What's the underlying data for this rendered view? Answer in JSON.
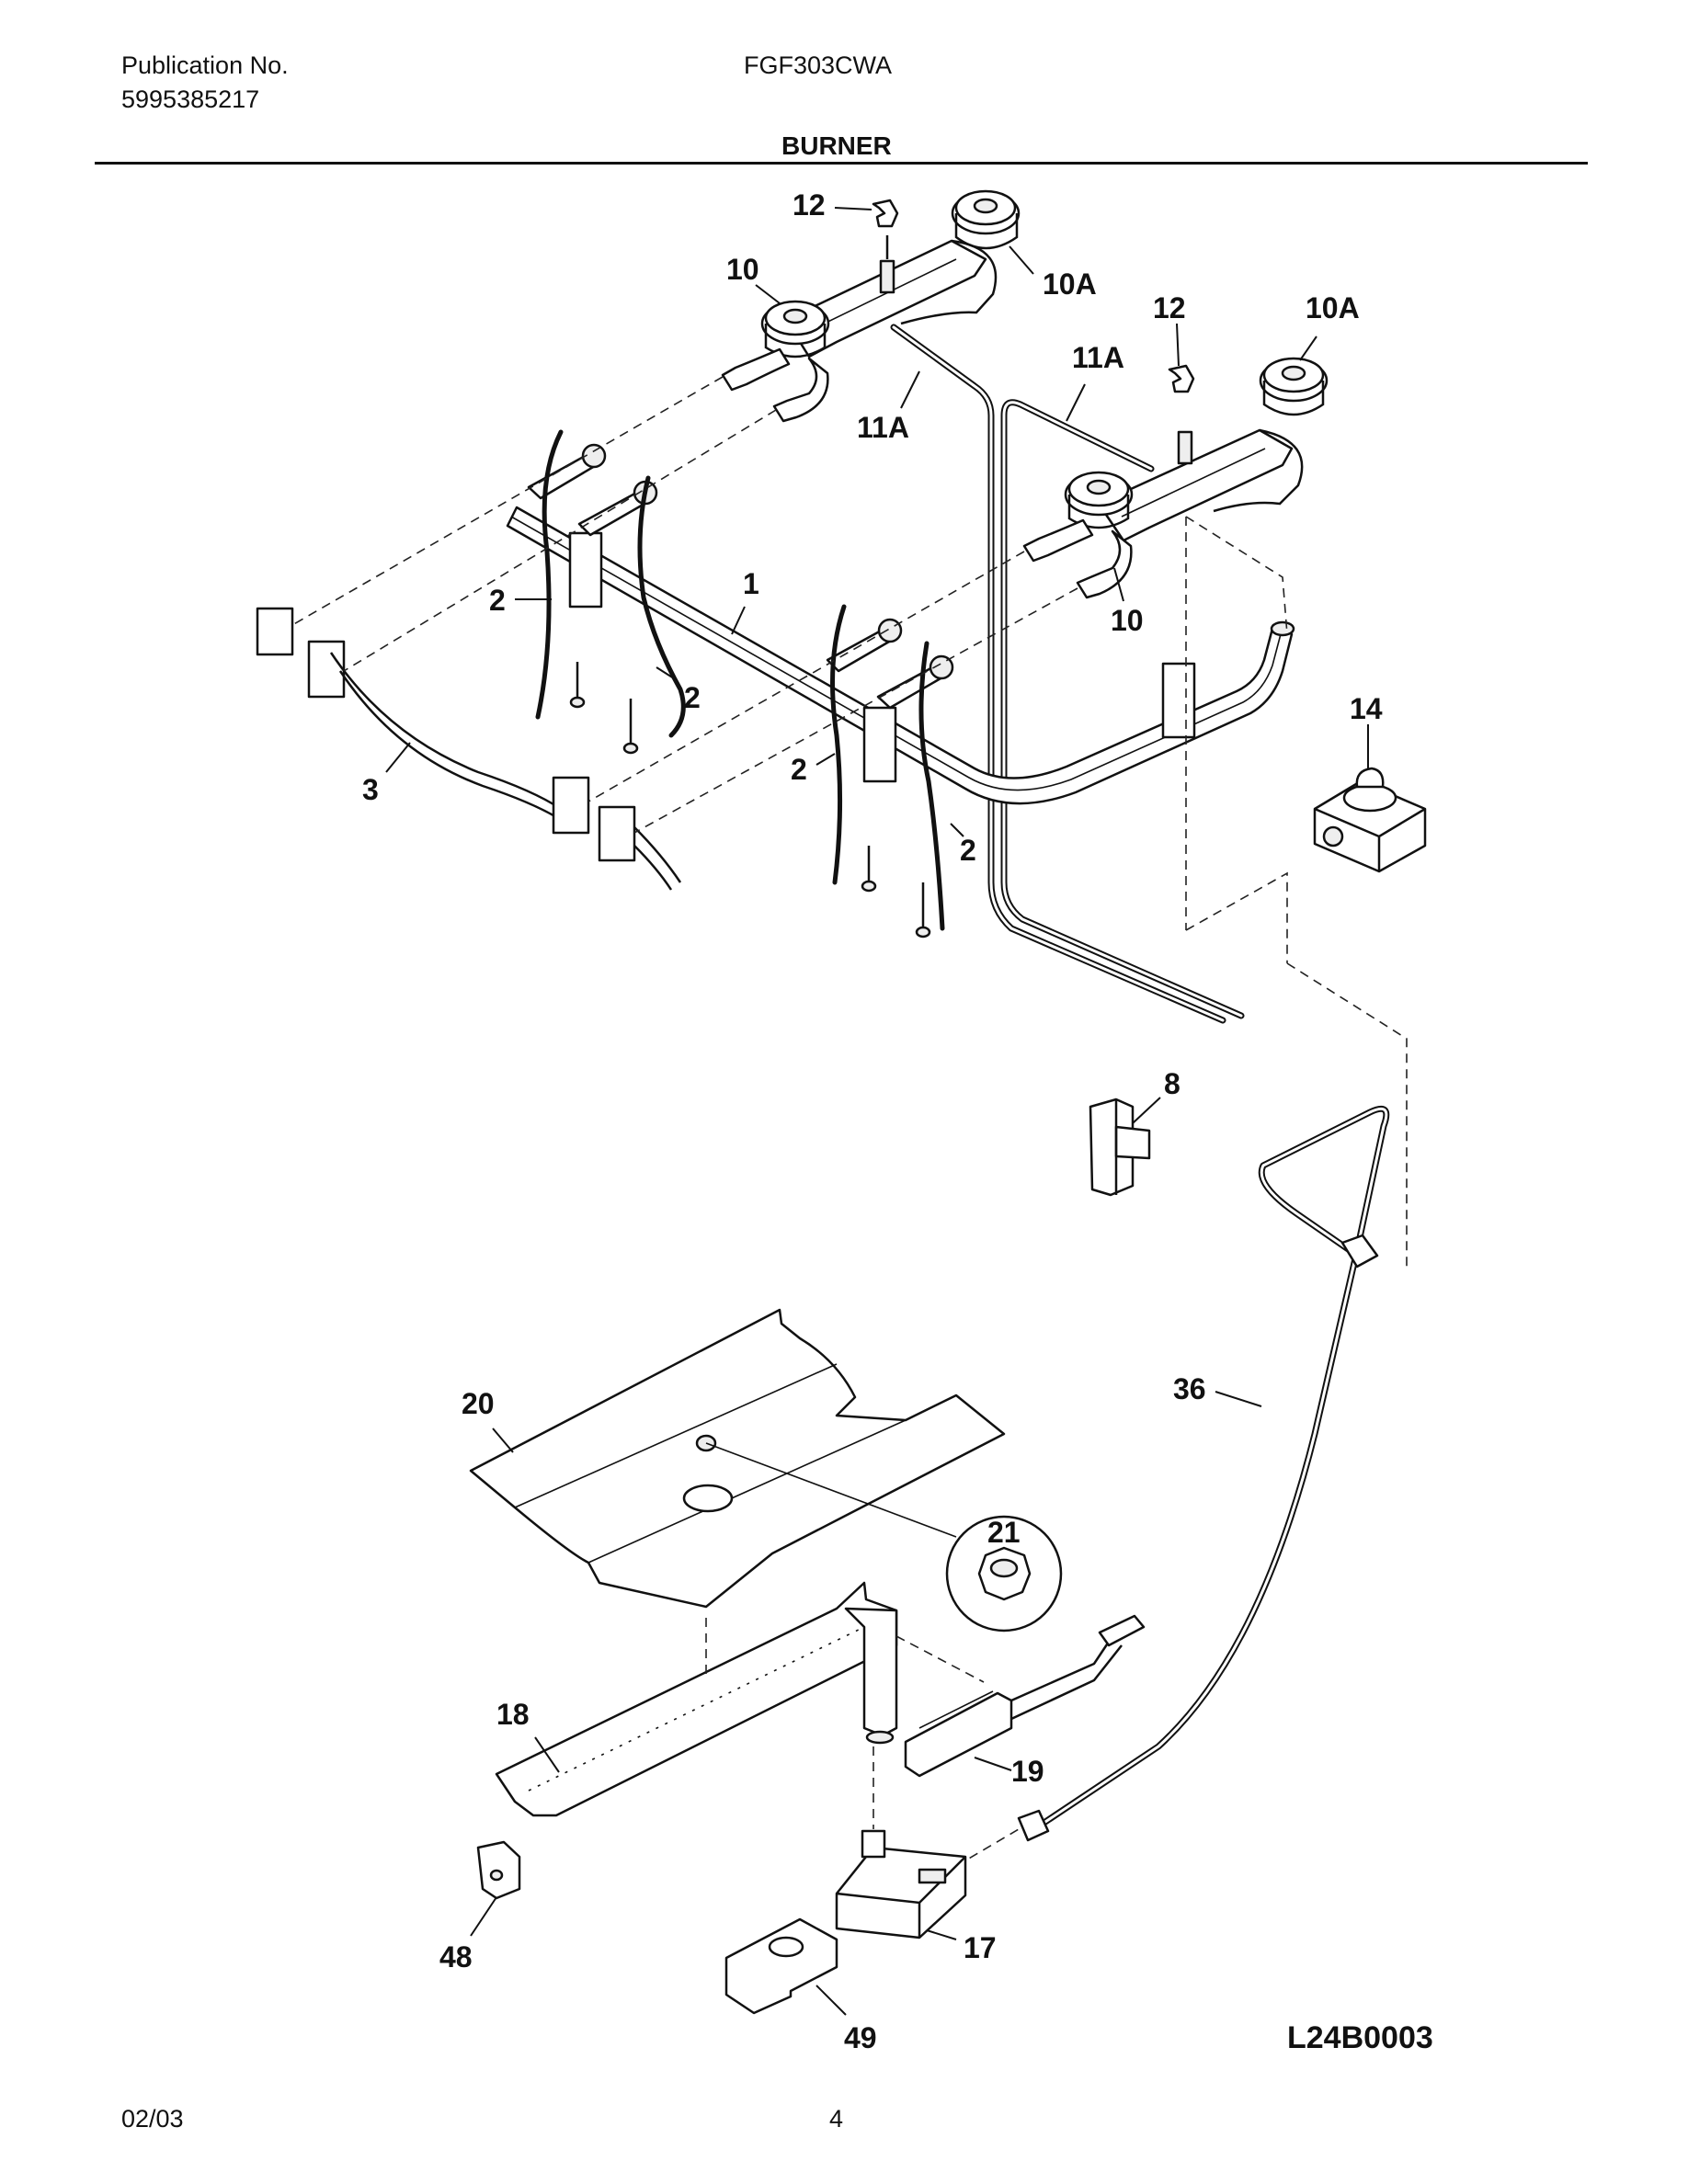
{
  "header": {
    "publication_label": "Publication No.",
    "publication_number": "5995385217",
    "model": "FGF303CWA",
    "section_title": "BURNER"
  },
  "callouts": {
    "c12a": "12",
    "c10a": "10",
    "c10Aa": "10A",
    "c12b": "12",
    "c10Ab": "10A",
    "c11Aa": "11A",
    "c11Ab": "11A",
    "c1": "1",
    "c2a": "2",
    "c2b": "2",
    "c10b": "10",
    "c14": "14",
    "c3": "3",
    "c2c": "2",
    "c2d": "2",
    "c8": "8",
    "c20": "20",
    "c36": "36",
    "c21": "21",
    "c18": "18",
    "c19": "19",
    "c48": "48",
    "c17": "17",
    "c49": "49"
  },
  "diagram_code": "L24B0003",
  "footer": {
    "date": "02/03",
    "page": "4"
  }
}
